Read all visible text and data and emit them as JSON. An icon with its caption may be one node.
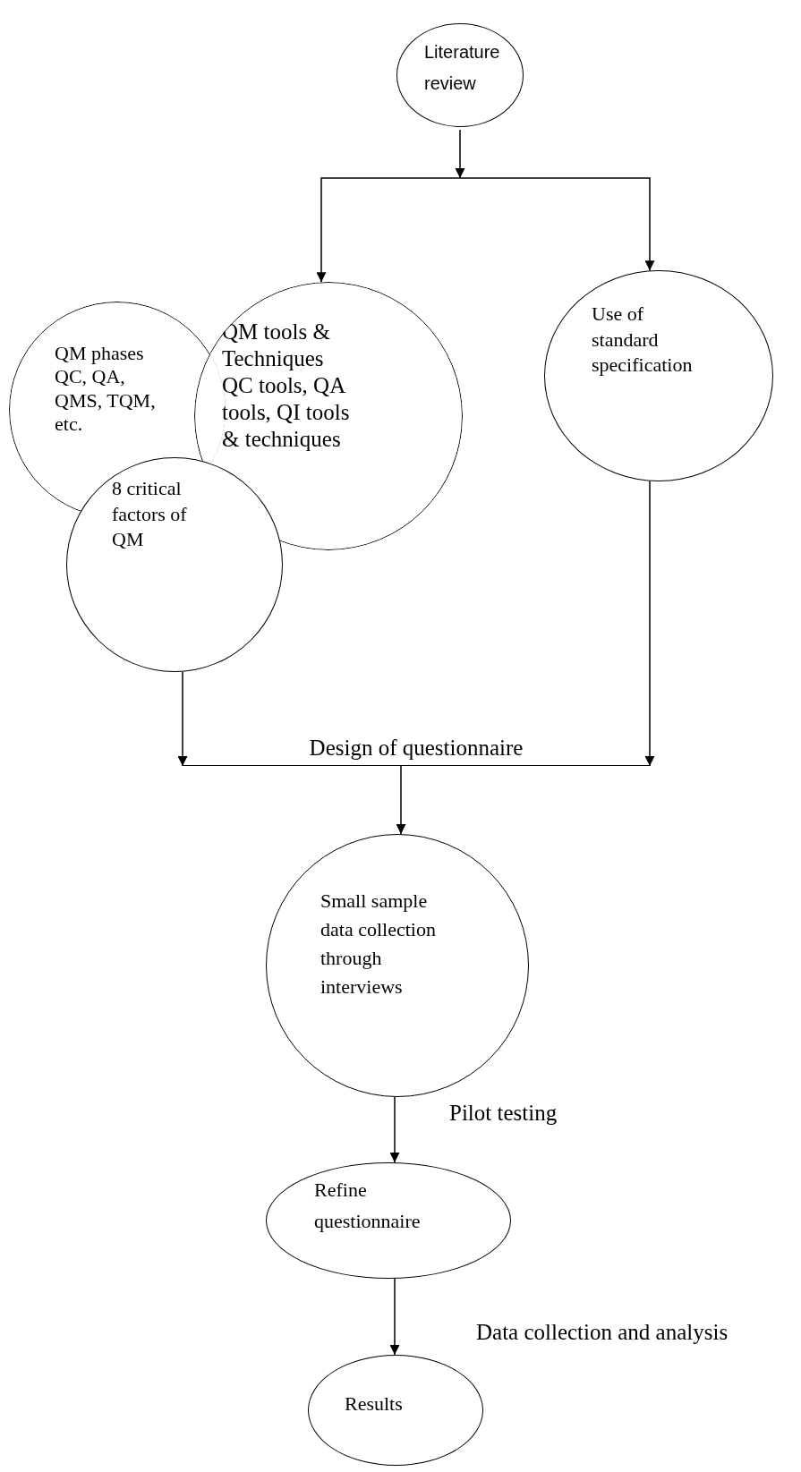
{
  "diagram": {
    "nodes": [
      {
        "text": [
          "Literature review"
        ]
      },
      {
        "text": [
          "QM phases QC, QA, QMS, TQM, etc."
        ]
      },
      {
        "text": [
          "QM tools & Techniques QC tools, QA tools, QI tools & techniques"
        ]
      },
      {
        "text": [
          "Use of standard specification"
        ]
      },
      {
        "text": [
          "8 critical factors of QM"
        ]
      },
      {
        "text": [
          "Design of questionnaire"
        ]
      },
      {
        "text": [
          "Small sample data collection through interviews"
        ]
      },
      {
        "text": [
          "Refine questionnaire"
        ]
      },
      {
        "text": [
          "Results"
        ]
      }
    ],
    "edges": [
      {
        "from": 0,
        "to": 2,
        "arrow": "to"
      },
      {
        "from": 0,
        "to": 3,
        "arrow": "to"
      },
      {
        "from": 4,
        "to": 5,
        "arrow": "to"
      },
      {
        "from": 3,
        "to": 5,
        "arrow": "to"
      },
      {
        "from": 5,
        "to": 6,
        "arrow": "to"
      },
      {
        "from": 6,
        "to": 7,
        "arrow": "to",
        "label": "Pilot testing"
      },
      {
        "from": 7,
        "to": 8,
        "arrow": "to",
        "label": "Data collection and analysis"
      }
    ]
  }
}
